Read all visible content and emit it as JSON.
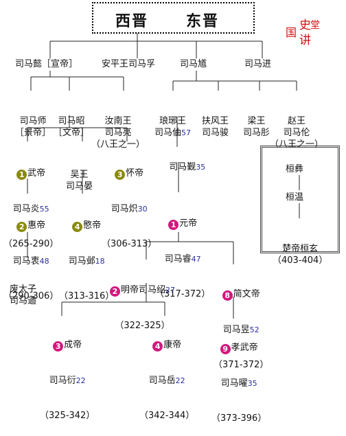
{
  "title": {
    "west": "西晋",
    "east": "东晋"
  },
  "seal": {
    "chars": [
      "国",
      "史",
      "讲",
      "堂"
    ]
  },
  "gen1": {
    "yi": "司马懿［宣帝］",
    "fu": "安平王司马孚",
    "kui": "司马馗",
    "jin": "司马进"
  },
  "gen2": {
    "shi": {
      "line1": "司马师",
      "line2": "［景帝］"
    },
    "zhao": {
      "line1": "司马昭",
      "line2": "［文帝］"
    },
    "liang": {
      "line1": "汝南王",
      "line2": "司马亮",
      "line3": "（八王之一）"
    },
    "zhou": {
      "line1": "琅琊王",
      "line2": "司马伷",
      "age": "57"
    },
    "jun": {
      "line1": "扶风王",
      "line2": "司马骏"
    },
    "tong": {
      "line1": "梁王",
      "line2": "司马肜"
    },
    "lun": {
      "line1": "赵王",
      "line2": "司马伦",
      "line3": "（八王之一）"
    }
  },
  "gen3": {
    "yan": {
      "badge": "1",
      "line1": "武帝",
      "line2": "司马炎",
      "age": "55",
      "line3": "（265-290）"
    },
    "yan2": {
      "line1": "吴王",
      "line2": "司马晏"
    },
    "chi": {
      "badge": "3",
      "line1": "怀帝",
      "line2": "司马炽",
      "age": "30",
      "line3": "（306-313）"
    },
    "jin": {
      "line1": "司马觐",
      "age": "35"
    }
  },
  "gen4": {
    "zhong": {
      "badge": "2",
      "line1": "惠帝",
      "line2": "司马衷",
      "age": "48",
      "line3": "（290-306）"
    },
    "ye": {
      "badge": "4",
      "line1": "愍帝",
      "line2": "司马邺",
      "age": "18",
      "line3": "（313-316）"
    },
    "rui": {
      "badge": "1",
      "line1": "元帝",
      "line2": "司马睿",
      "age": "47",
      "line3": "（317-372）"
    }
  },
  "gen5": {
    "yu": {
      "line1": "废太子",
      "line2": "司马遹"
    },
    "shao": {
      "badge": "2",
      "line1": "明帝司马绍",
      "age": "27",
      "line3": "（322-325）"
    },
    "yu2": {
      "badge": "8",
      "line1": "简文帝",
      "line2": "司马昱",
      "age": "52",
      "line3": "（371-372）"
    }
  },
  "gen6": {
    "yan3": {
      "badge": "3",
      "line1": "成帝",
      "line2": "司马衍",
      "age": "22",
      "line3": "（325-342）"
    },
    "yue": {
      "badge": "4",
      "line1": "康帝",
      "line2": "司马岳",
      "age": "22",
      "line3": "（342-344）"
    },
    "yao": {
      "badge": "9",
      "line1": "孝武帝",
      "line2": "司马曜",
      "age": "35",
      "line3": "（373-396）"
    }
  },
  "huan": {
    "a": "桓彝",
    "b": "桓温",
    "c": "楚帝桓玄",
    "d": "（403-404）"
  }
}
